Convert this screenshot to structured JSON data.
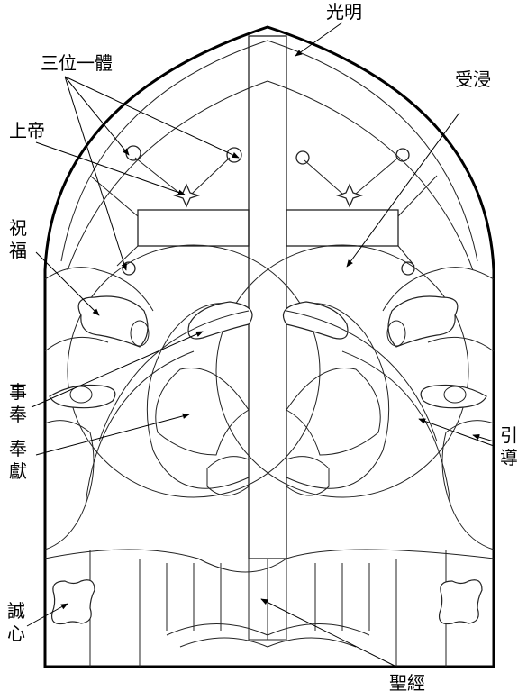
{
  "diagram": {
    "labels": {
      "guangming": "光明",
      "shouqin": "受浸",
      "sanwei": "三位一體",
      "shangdi": "上帝",
      "zhu": "祝",
      "fu": "福",
      "shi": "事",
      "feng": "奉",
      "feng2": "奉",
      "xian": "獻",
      "yin": "引",
      "dao": "導",
      "cheng": "誠",
      "xin": "心",
      "shengjing": "聖經"
    }
  }
}
